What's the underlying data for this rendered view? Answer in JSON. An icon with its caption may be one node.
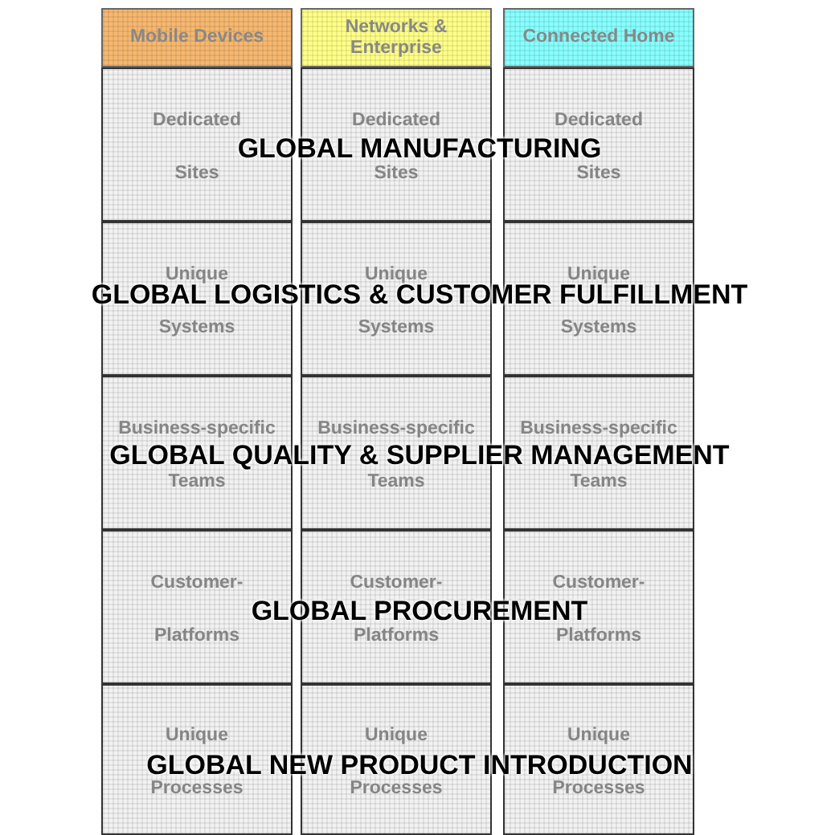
{
  "diagram": {
    "nodes": [
      {
        "text": [
          "Mobile Devices"
        ]
      },
      {
        "text": [
          "Networks & Enterprise"
        ]
      },
      {
        "text": [
          "Connected Home"
        ]
      },
      {
        "text": [
          "Dedicated",
          "Sites"
        ]
      },
      {
        "text": [
          "Dedicated",
          "Sites"
        ]
      },
      {
        "text": [
          "Dedicated",
          "Sites"
        ]
      },
      {
        "text": [
          "Unique",
          "Systems"
        ]
      },
      {
        "text": [
          "Unique",
          "Systems"
        ]
      },
      {
        "text": [
          "Unique",
          "Systems"
        ]
      },
      {
        "text": [
          "Business-specific",
          "Teams"
        ]
      },
      {
        "text": [
          "Business-specific",
          "Teams"
        ]
      },
      {
        "text": [
          "Business-specific",
          "Teams"
        ]
      },
      {
        "text": [
          "Customer-",
          "Platforms"
        ]
      },
      {
        "text": [
          "Customer-",
          "Platforms"
        ]
      },
      {
        "text": [
          "Customer-",
          "Platforms"
        ]
      },
      {
        "text": [
          "Unique",
          "Processes"
        ]
      },
      {
        "text": [
          "Unique",
          "Processes"
        ]
      },
      {
        "text": [
          "Unique",
          "Processes"
        ]
      }
    ],
    "labels": [
      "GLOBAL MANUFACTURING",
      "GLOBAL LOGISTICS & CUSTOMER FULFILLMENT",
      "GLOBAL QUALITY & SUPPLIER MANAGEMENT",
      "GLOBAL PROCUREMENT",
      "GLOBAL NEW PRODUCT INTRODUCTION"
    ]
  }
}
